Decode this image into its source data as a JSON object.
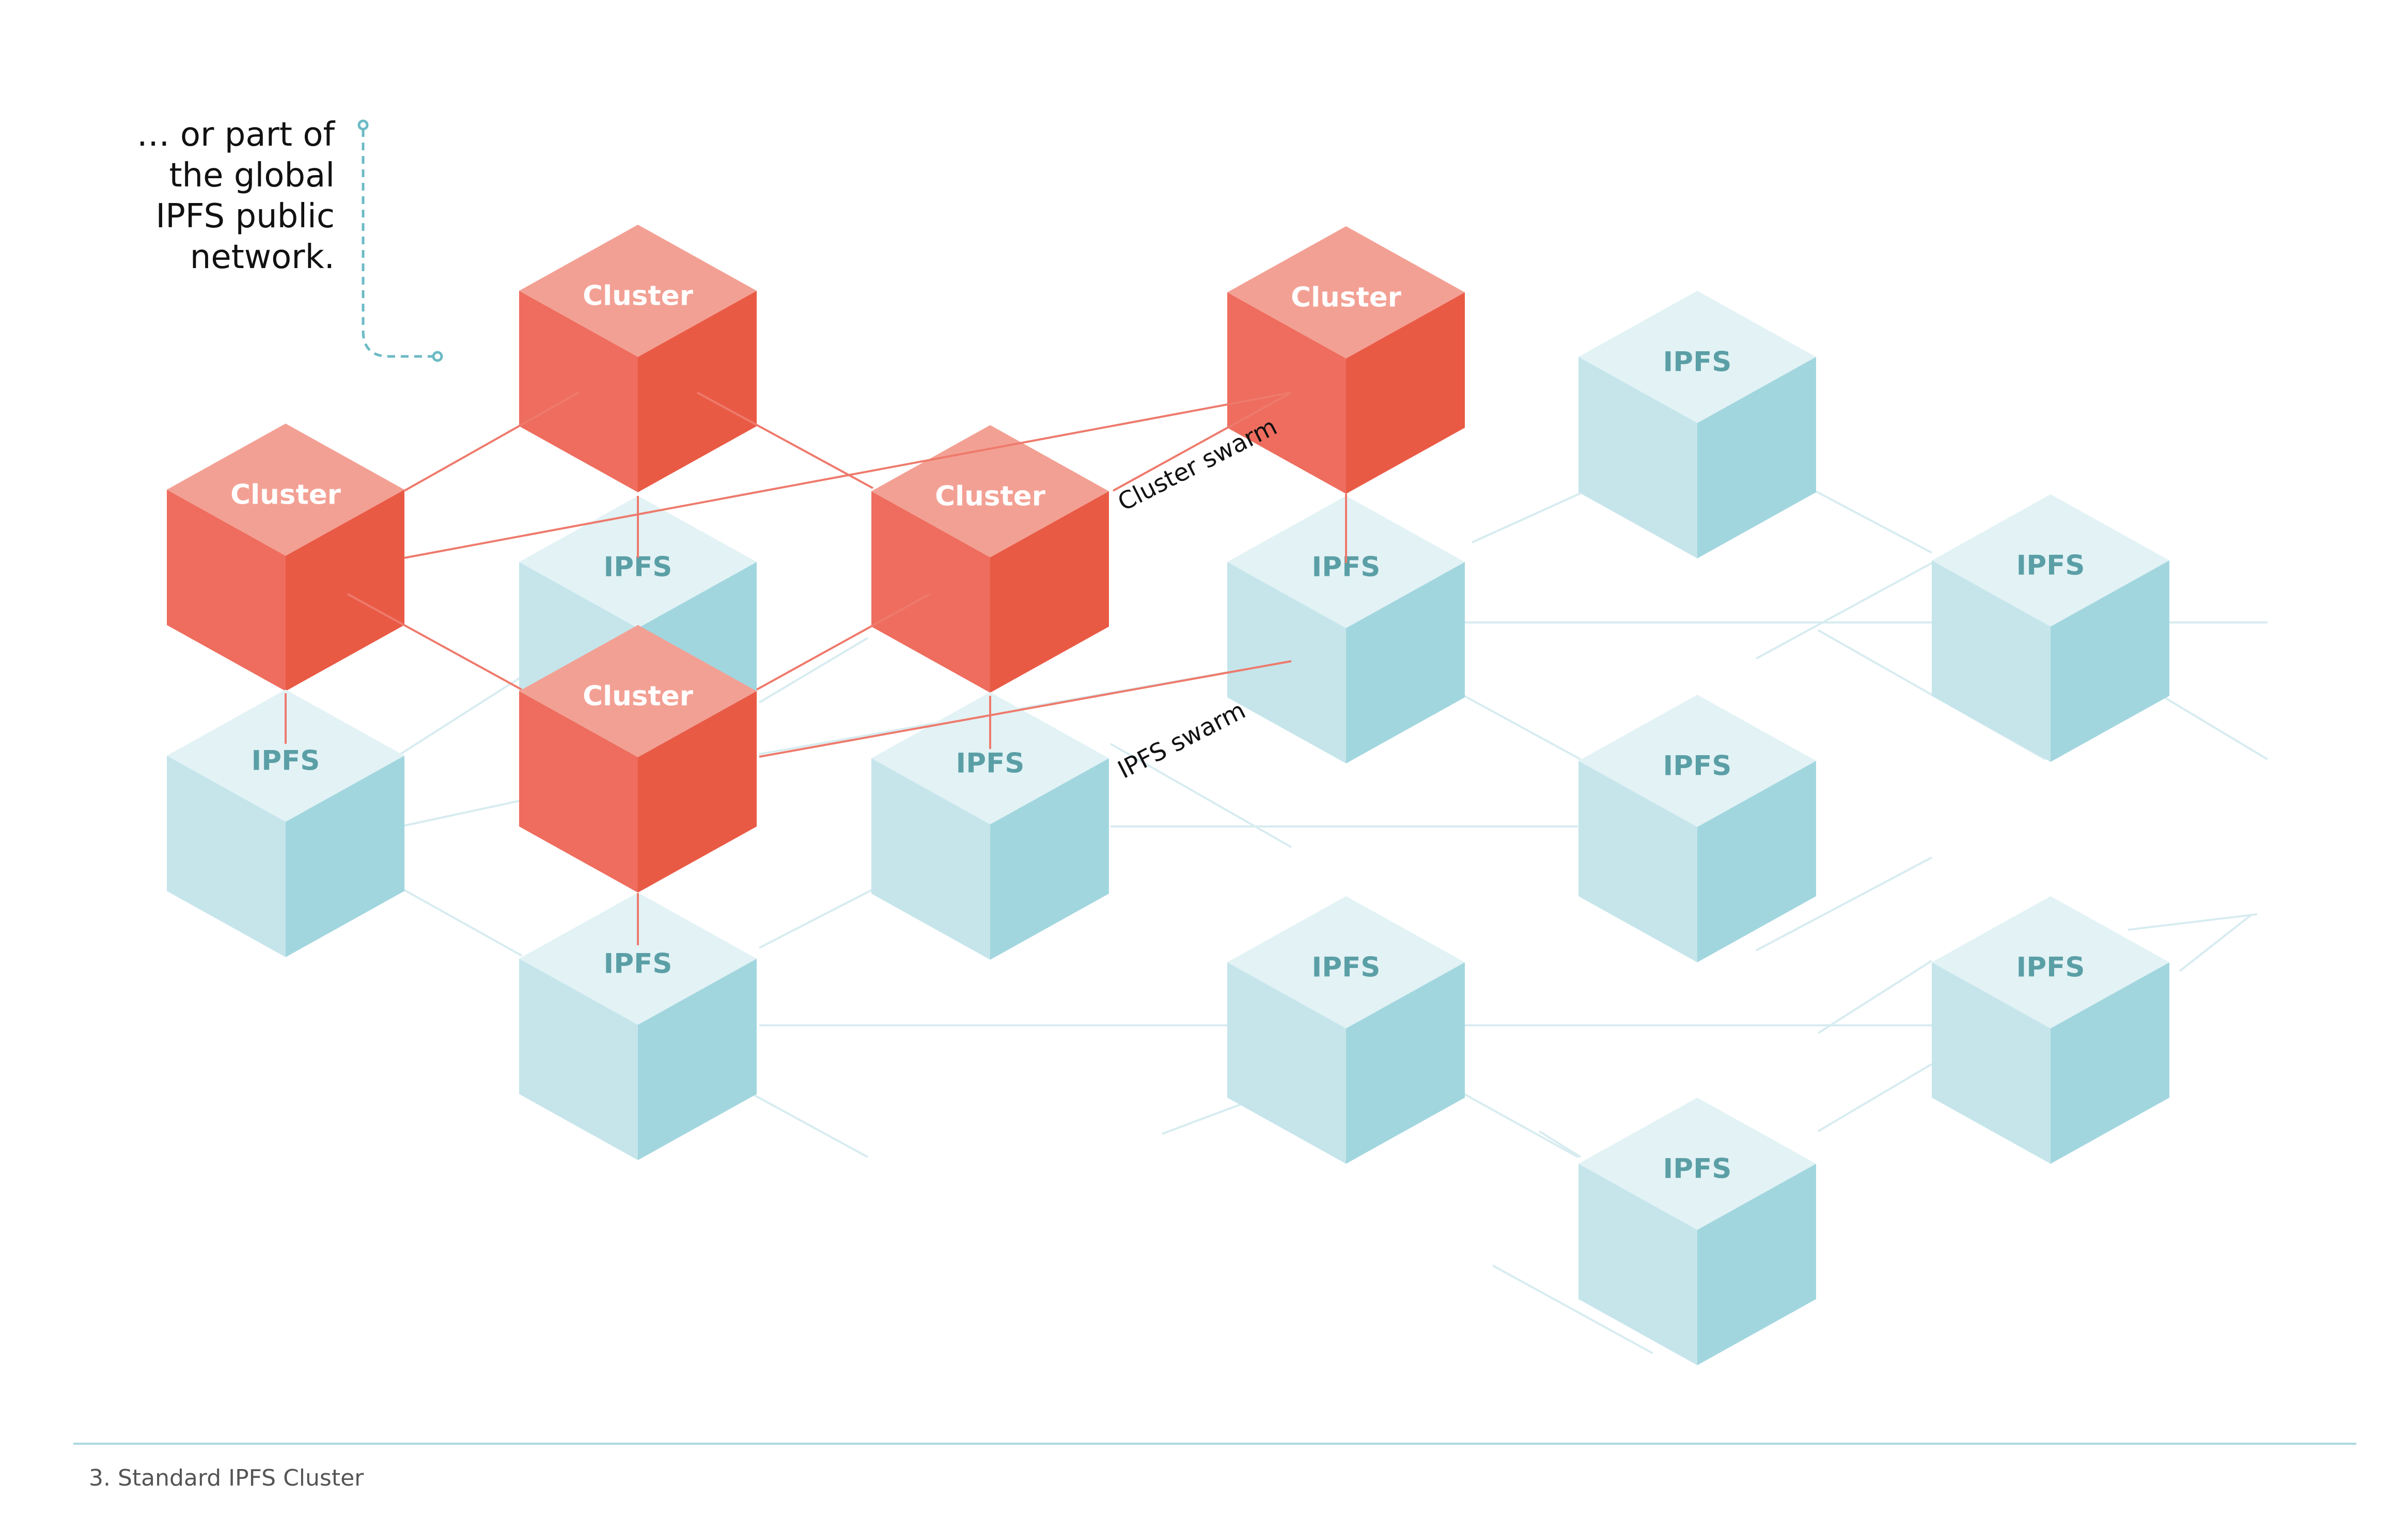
{
  "callout": {
    "lines": [
      "… or part of",
      "the global",
      "IPFS public",
      "network."
    ]
  },
  "labels": {
    "cluster": "Cluster",
    "ipfs": "IPFS",
    "cluster_swarm": "Cluster swarm",
    "ipfs_swarm": "IPFS swarm"
  },
  "caption": "3. Standard IPFS Cluster",
  "colors": {
    "cluster_top": "#F3A094",
    "cluster_left": "#EE6D5E",
    "cluster_right": "#E95A45",
    "cluster_label": "#FFFFFF",
    "cluster_link": "#EE7A6C",
    "ipfs_top": "#E2F2F5",
    "ipfs_left": "#C5E5EB",
    "ipfs_right": "#A2D6DF",
    "ipfs_label": "#5B9FA6",
    "ipfs_link": "#D7ECF0",
    "callout_line": "#6CBAC4",
    "caption_rule": "#A9D9E0"
  },
  "nodes": [
    {
      "id": "cl-top",
      "type": "cluster"
    },
    {
      "id": "cl-left",
      "type": "cluster"
    },
    {
      "id": "cl-center",
      "type": "cluster"
    },
    {
      "id": "cl-right",
      "type": "cluster"
    },
    {
      "id": "cl-bottom",
      "type": "cluster"
    },
    {
      "id": "ipfs-a",
      "type": "ipfs"
    },
    {
      "id": "ipfs-b",
      "type": "ipfs"
    },
    {
      "id": "ipfs-c",
      "type": "ipfs"
    },
    {
      "id": "ipfs-d",
      "type": "ipfs"
    },
    {
      "id": "ipfs-e",
      "type": "ipfs"
    },
    {
      "id": "ipfs-f",
      "type": "ipfs"
    },
    {
      "id": "ipfs-g",
      "type": "ipfs"
    },
    {
      "id": "ipfs-h",
      "type": "ipfs"
    },
    {
      "id": "ipfs-i",
      "type": "ipfs"
    },
    {
      "id": "ipfs-j",
      "type": "ipfs"
    },
    {
      "id": "ipfs-k",
      "type": "ipfs"
    },
    {
      "id": "ipfs-l",
      "type": "ipfs"
    }
  ]
}
